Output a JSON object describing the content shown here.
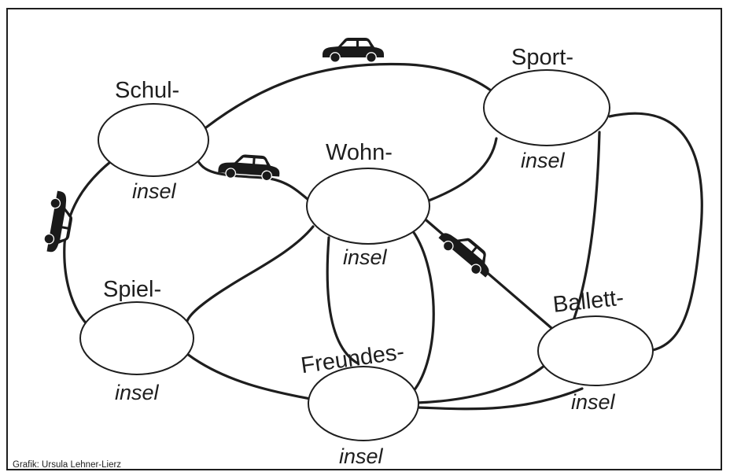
{
  "islands": [
    {
      "id": "schul",
      "prefix": "Schul-",
      "suffix": "insel"
    },
    {
      "id": "sport",
      "prefix": "Sport-",
      "suffix": "insel"
    },
    {
      "id": "wohn",
      "prefix": "Wohn-",
      "suffix": "insel"
    },
    {
      "id": "spiel",
      "prefix": "Spiel-",
      "suffix": "insel"
    },
    {
      "id": "freundes",
      "prefix": "Freundes-",
      "suffix": "insel"
    },
    {
      "id": "ballett",
      "prefix": "Ballett-",
      "suffix": "insel"
    }
  ],
  "connections": [
    [
      "schul",
      "sport"
    ],
    [
      "schul",
      "wohn"
    ],
    [
      "schul",
      "spiel"
    ],
    [
      "wohn",
      "sport"
    ],
    [
      "wohn",
      "spiel"
    ],
    [
      "wohn",
      "freundes"
    ],
    [
      "wohn",
      "ballett"
    ],
    [
      "spiel",
      "freundes"
    ],
    [
      "sport",
      "freundes"
    ],
    [
      "sport",
      "ballett"
    ],
    [
      "freundes",
      "ballett"
    ]
  ],
  "icons": {
    "car": "car-icon"
  },
  "credit": "Grafik: Ursula Lehner-Lierz",
  "colors": {
    "ink": "#1e1e1e",
    "background": "#ffffff"
  }
}
